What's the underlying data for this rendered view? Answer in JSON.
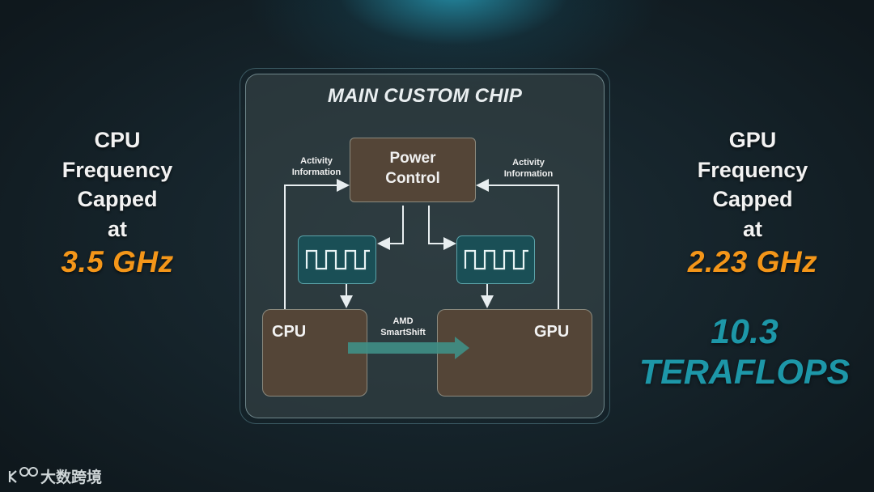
{
  "left_panel": {
    "lines": [
      "CPU",
      "Frequency",
      "Capped",
      "at"
    ],
    "frequency": "3.5 GHz"
  },
  "right_panel": {
    "lines": [
      "GPU",
      "Frequency",
      "Capped",
      "at"
    ],
    "frequency": "2.23 GHz",
    "flops_line1": "10.3",
    "flops_line2": "TERAFLOPS"
  },
  "diagram": {
    "title": "MAIN CUSTOM CHIP",
    "power_control_line1": "Power",
    "power_control_line2": "Control",
    "cpu_label": "CPU",
    "gpu_label": "GPU",
    "activity_left_line1": "Activity",
    "activity_left_line2": "Information",
    "activity_right_line1": "Activity",
    "activity_right_line2": "Information",
    "amd_line1": "AMD",
    "amd_line2": "SmartShift"
  },
  "watermark": {
    "text": "大数跨境"
  },
  "colors": {
    "accent_orange": "#f49619",
    "accent_teal": "#1d97a8",
    "node_brown": "#5c4836",
    "clock_teal": "#1a4f56"
  },
  "icons": [
    "clock-waveform-icon",
    "arrow-icon",
    "smartshift-arrow-icon",
    "watermark-logo-icon"
  ]
}
